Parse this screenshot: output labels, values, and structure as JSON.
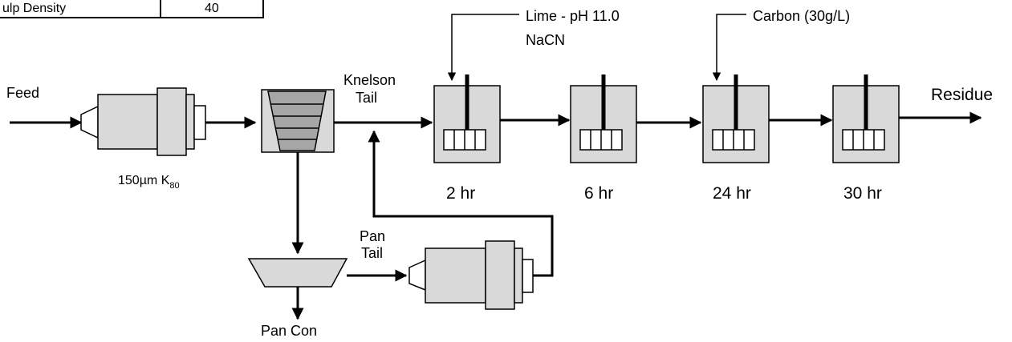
{
  "table": {
    "row_label": "ulp Density",
    "row_value": "40"
  },
  "streams": {
    "feed": "Feed",
    "knelson_tail_line1": "Knelson",
    "knelson_tail_line2": "Tail",
    "pan_tail_line1": "Pan",
    "pan_tail_line2": "Tail",
    "pan_con": "Pan Con",
    "residue": "Residue"
  },
  "mill": {
    "label_main": "150µm K",
    "label_sub": "80"
  },
  "reagents": {
    "lime_line1": "Lime - pH 11.0",
    "lime_line2": "NaCN",
    "carbon": "Carbon (30g/L)"
  },
  "tanks": [
    {
      "time": "2 hr"
    },
    {
      "time": "6 hr"
    },
    {
      "time": "24 hr"
    },
    {
      "time": "30 hr"
    }
  ]
}
